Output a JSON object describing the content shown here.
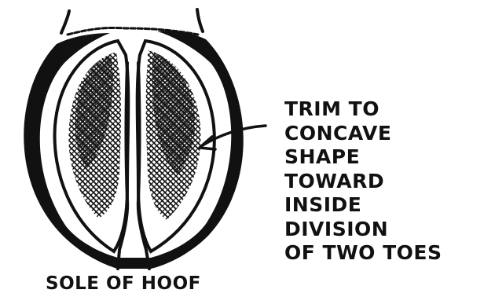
{
  "annotation": {
    "lines": [
      "TRIM TO",
      "CONCAVE",
      "SHAPE",
      "TOWARD",
      "INSIDE",
      "DIVISION",
      "OF TWO TOES"
    ]
  },
  "caption": "SOLE OF HOOF",
  "colors": {
    "ink": "#111111",
    "paper": "#ffffff"
  }
}
